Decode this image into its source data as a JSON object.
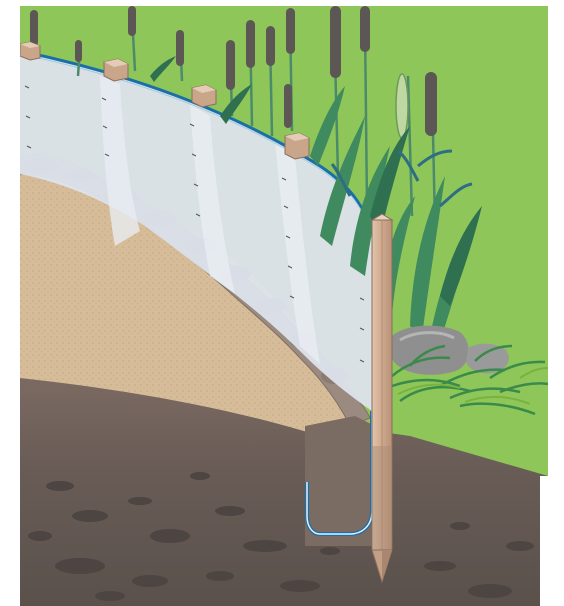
{
  "illustration": {
    "colors": {
      "sky_grass": "#8fc659",
      "sand": "#d8c09c",
      "soil_top": "#7b6a62",
      "soil_deep": "#5f5550",
      "rock": "#9b8a80",
      "liner": "#dce2ec",
      "liner_edge": "#1b6fa8",
      "stake": "#c9a58a",
      "reed_stem": "#4b8b6c",
      "cattail": "#5c5654",
      "stone": "#8f8f8f"
    },
    "icons": [
      "cattail-plants",
      "wooden-stakes",
      "pond-liner",
      "rocks",
      "grass-tuft"
    ]
  }
}
